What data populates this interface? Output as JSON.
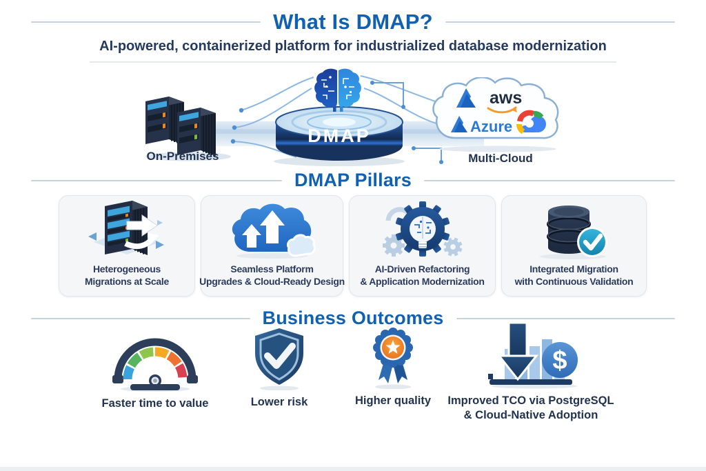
{
  "header": {
    "title": "What Is DMAP?",
    "subtitle": "AI-powered, containerized platform for industrialized database modernization"
  },
  "flow": {
    "on_premises_label": "On-Premises",
    "platform_label": "DMAP",
    "multi_cloud_label": "Multi-Cloud",
    "aws_label": "aws",
    "azure_label": "Azure"
  },
  "pillars": {
    "heading": "DMAP Pillars",
    "cards": [
      {
        "icon": "migration-server-icon",
        "line1": "Heterogeneous",
        "line2": "Migrations at Scale"
      },
      {
        "icon": "cloud-upgrade-icon",
        "line1": "Seamless Platform",
        "line2": "Upgrades & Cloud-Ready Design"
      },
      {
        "icon": "ai-gear-brain-icon",
        "line1": "AI-Driven Refactoring",
        "line2": "& Application Modernization"
      },
      {
        "icon": "database-validation-icon",
        "line1": "Integrated Migration",
        "line2": "with Continuous Validation"
      }
    ]
  },
  "outcomes": {
    "heading": "Business Outcomes",
    "items": [
      {
        "icon": "speedometer-icon",
        "label": "Faster time to value"
      },
      {
        "icon": "shield-check-icon",
        "label": "Lower risk"
      },
      {
        "icon": "award-medal-icon",
        "label": "Higher quality"
      },
      {
        "icon": "cost-reduction-icon",
        "line1": "Improved TCO via PostgreSQL",
        "line2": "& Cloud-Native Adoption",
        "currency": "$"
      }
    ]
  },
  "colors": {
    "accent_blue": "#1161b2",
    "navy_text": "#22334f",
    "divider": "#c9d3de"
  }
}
